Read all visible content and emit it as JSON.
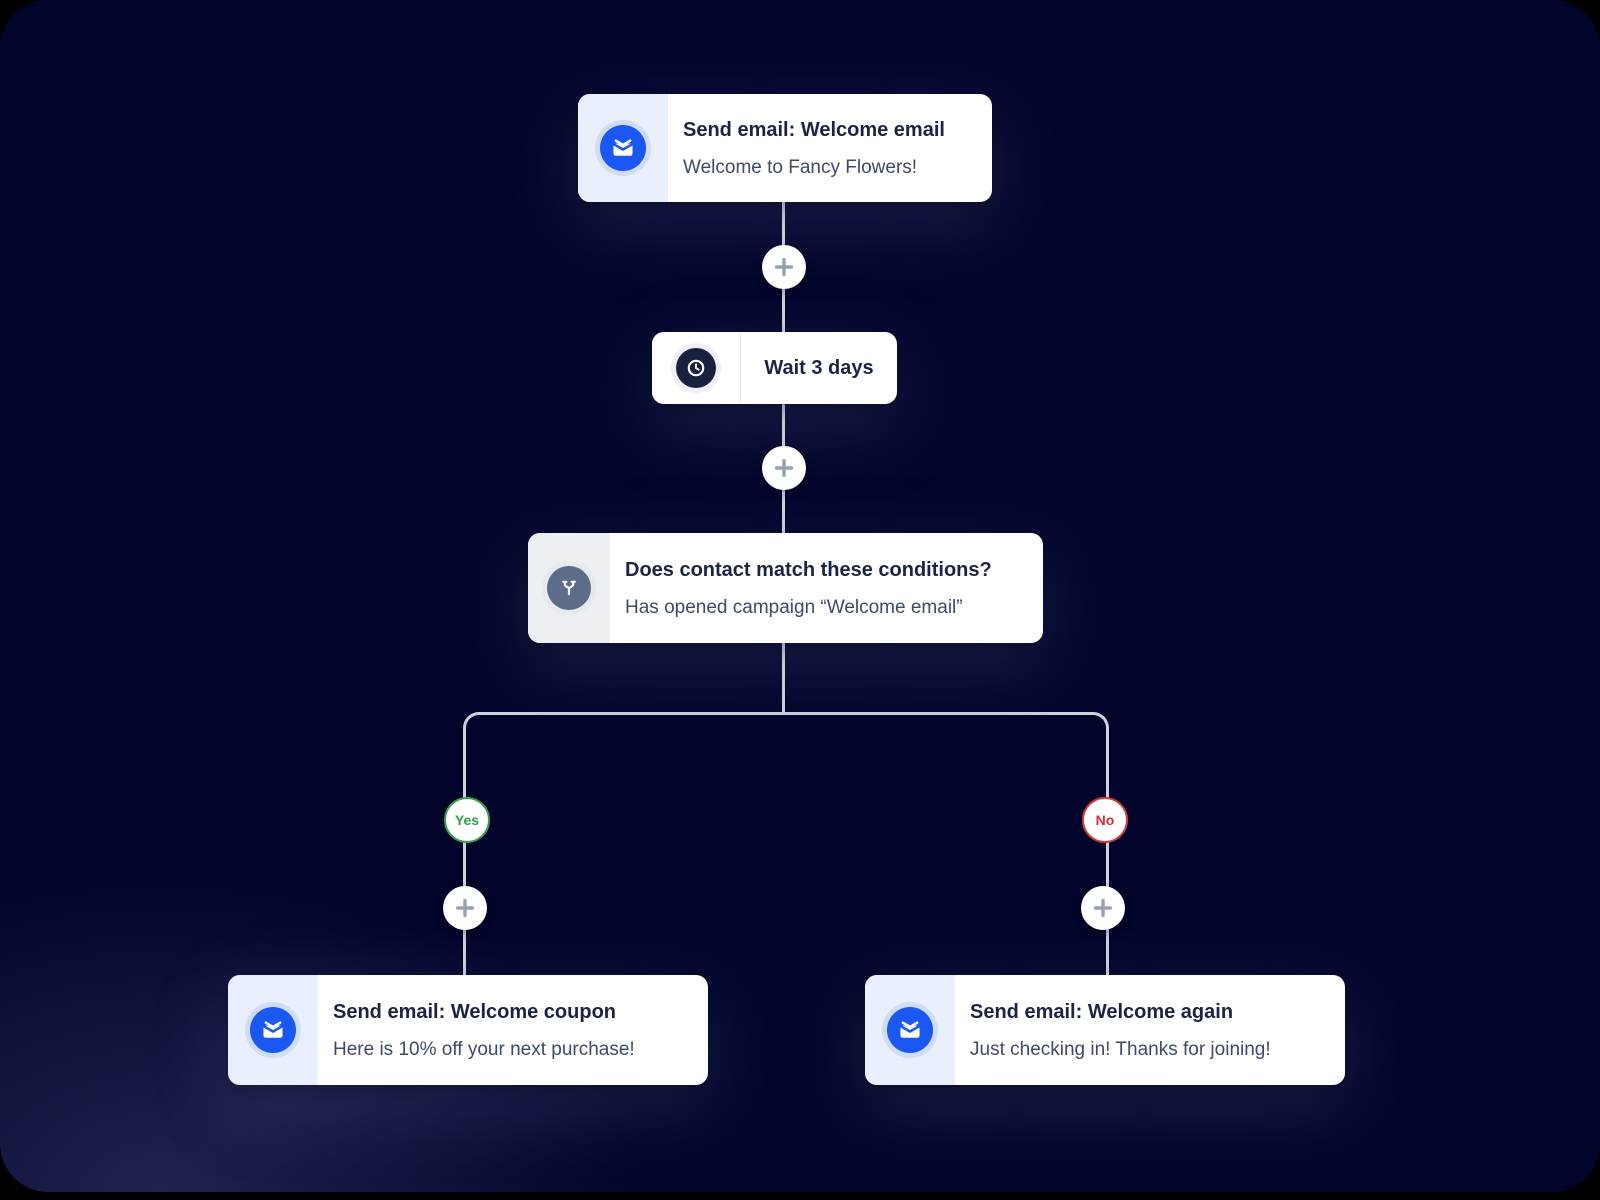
{
  "flow": {
    "email_welcome": {
      "title": "Send email: Welcome email",
      "subtitle": "Welcome to Fancy Flowers!",
      "icon": "email-icon"
    },
    "wait_step": {
      "label": "Wait 3 days",
      "icon": "clock-icon"
    },
    "condition_step": {
      "title": "Does contact match these conditions?",
      "subtitle": "Has opened campaign “Welcome email”",
      "icon": "split-icon"
    },
    "branch_yes": {
      "label": "Yes"
    },
    "branch_no": {
      "label": "No"
    },
    "email_coupon": {
      "title": "Send email: Welcome coupon",
      "subtitle": "Here is 10% off your next purchase!",
      "icon": "email-icon"
    },
    "email_again": {
      "title": "Send email: Welcome again",
      "subtitle": "Just checking in! Thanks for joining!",
      "icon": "email-icon"
    },
    "add_step_label": "+"
  },
  "colors": {
    "background": "#02052b",
    "card": "#ffffff",
    "accent_blue": "#1b57f2",
    "navy_icon": "#17203f",
    "slate_icon": "#5d6c88",
    "yes_green": "#2f9e44",
    "no_red": "#d03232",
    "connector": "#ccd1dc"
  }
}
